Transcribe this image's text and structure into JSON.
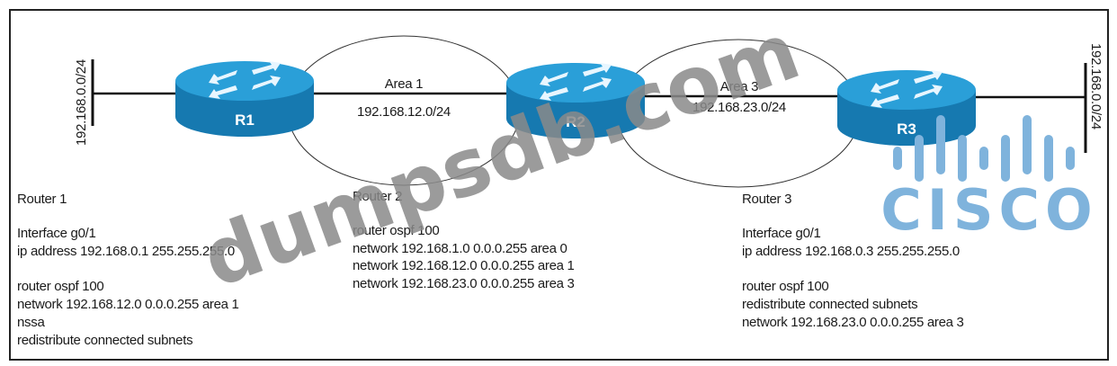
{
  "routers": [
    {
      "label": "R1"
    },
    {
      "label": "R2"
    },
    {
      "label": "R3"
    }
  ],
  "left_lan": "192.168.0.0/24",
  "right_lan": "192.168.0.0/24",
  "areas": [
    {
      "name": "Area 1",
      "subnet": "192.168.12.0/24"
    },
    {
      "name": "Area 3",
      "subnet": "192.168.23.0/24"
    }
  ],
  "configs": {
    "router1": {
      "title": "Router 1",
      "lines": [
        "Interface g0/1",
        "ip address 192.168.0.1 255.255.255.0",
        "router ospf 100",
        "network 192.168.12.0 0.0.0.255 area 1",
        "nssa",
        "redistribute connected subnets"
      ]
    },
    "router2": {
      "title": "Router 2",
      "lines": [
        "router ospf 100",
        "network 192.168.1.0 0.0.0.255 area 0",
        "network 192.168.12.0 0.0.0.255 area 1",
        "network 192.168.23.0 0.0.0.255 area 3"
      ]
    },
    "router3": {
      "title": "Router 3",
      "lines": [
        "Interface g0/1",
        "ip address 192.168.0.3 255.255.255.0",
        "router ospf 100",
        "redistribute connected subnets",
        "network 192.168.23.0 0.0.0.255 area 3"
      ]
    }
  },
  "watermark": "dumpsdb.com",
  "logo": "cisco",
  "colors": {
    "router_top": "#2a9fd8",
    "router_side": "#1679b0",
    "logo": "#7fb3dc"
  }
}
